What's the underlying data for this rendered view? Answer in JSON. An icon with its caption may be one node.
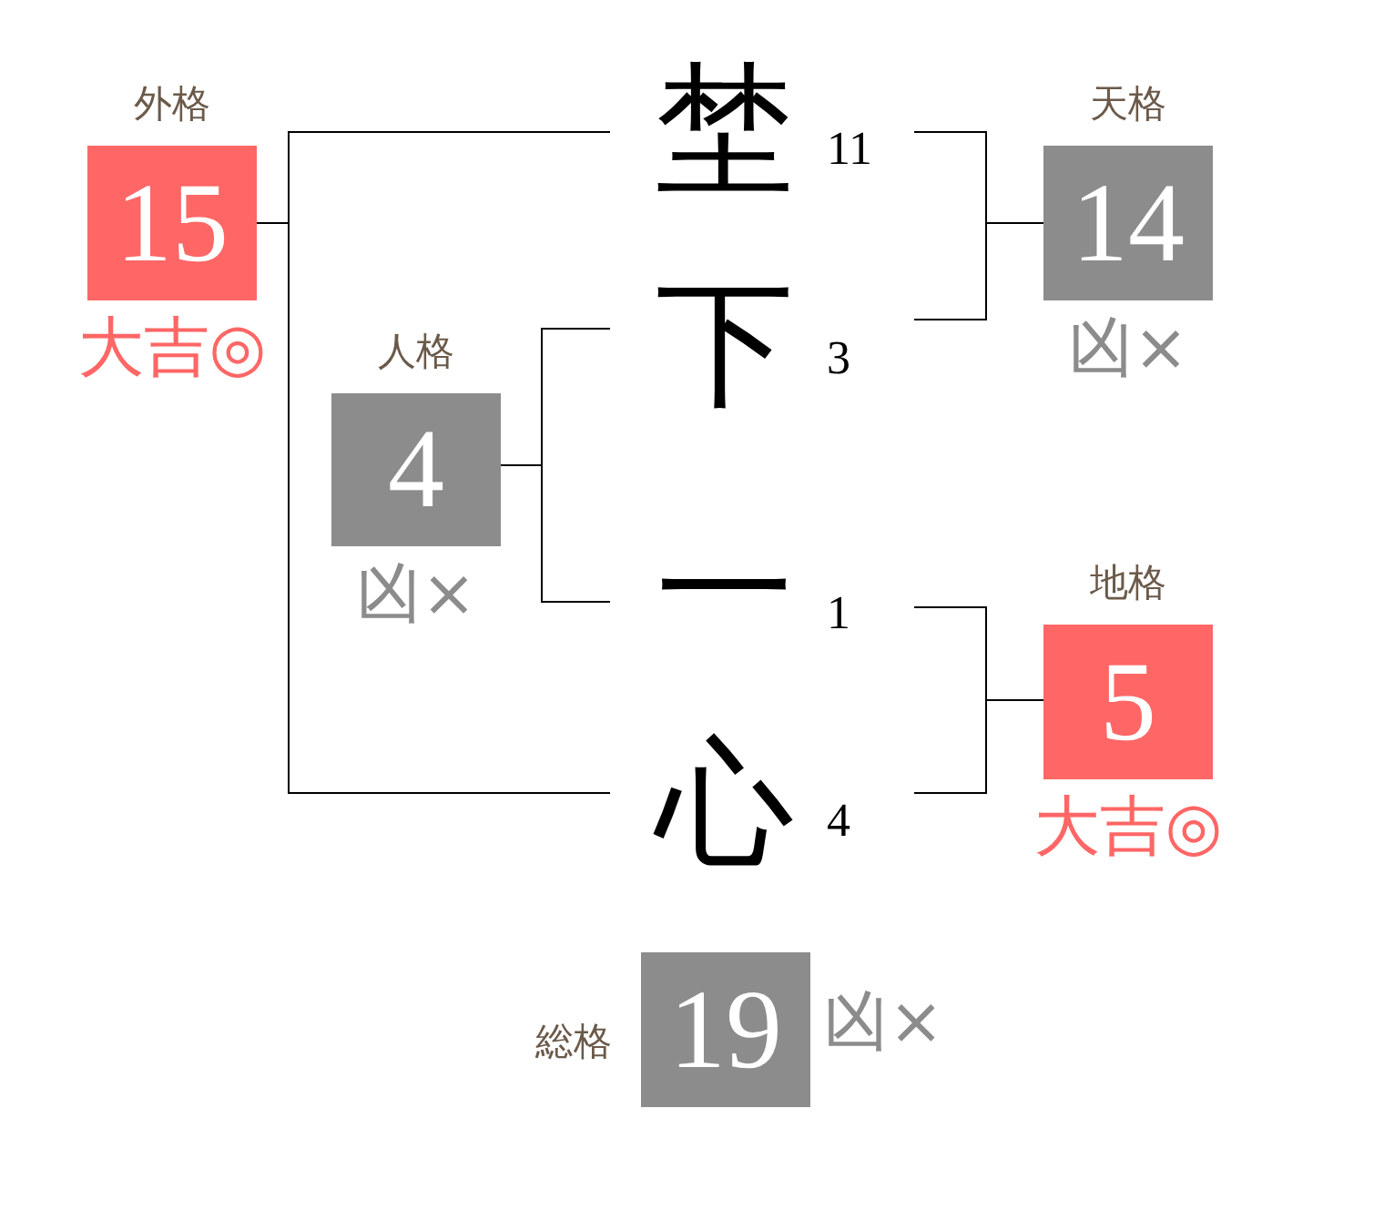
{
  "diagram": {
    "nodes": [
      {
        "text": [
          "外格",
          "15"
        ],
        "beside": [
          "大吉◎"
        ]
      },
      {
        "text": [
          "埜"
        ],
        "beside": [
          "11"
        ]
      },
      {
        "text": [
          "天格",
          "14"
        ],
        "beside": [
          "凶×"
        ]
      },
      {
        "text": [
          "下"
        ],
        "beside": [
          "3"
        ]
      },
      {
        "text": [
          "人格",
          "4"
        ],
        "beside": [
          "凶×"
        ]
      },
      {
        "text": [
          "一"
        ],
        "beside": [
          "1"
        ]
      },
      {
        "text": [
          "地格",
          "5"
        ],
        "beside": [
          "大吉◎"
        ]
      },
      {
        "text": [
          "心"
        ],
        "beside": [
          "4"
        ]
      },
      {
        "text": [
          "総格",
          "19"
        ],
        "beside": [
          "凶×"
        ]
      }
    ],
    "edges": [
      {
        "from": 0,
        "to": 1,
        "arrow": "none"
      },
      {
        "from": 0,
        "to": 7,
        "arrow": "none"
      },
      {
        "from": 2,
        "to": 1,
        "arrow": "none"
      },
      {
        "from": 2,
        "to": 3,
        "arrow": "none"
      },
      {
        "from": 4,
        "to": 3,
        "arrow": "none"
      },
      {
        "from": 4,
        "to": 5,
        "arrow": "none"
      },
      {
        "from": 6,
        "to": 5,
        "arrow": "none"
      },
      {
        "from": 6,
        "to": 7,
        "arrow": "none"
      }
    ]
  }
}
